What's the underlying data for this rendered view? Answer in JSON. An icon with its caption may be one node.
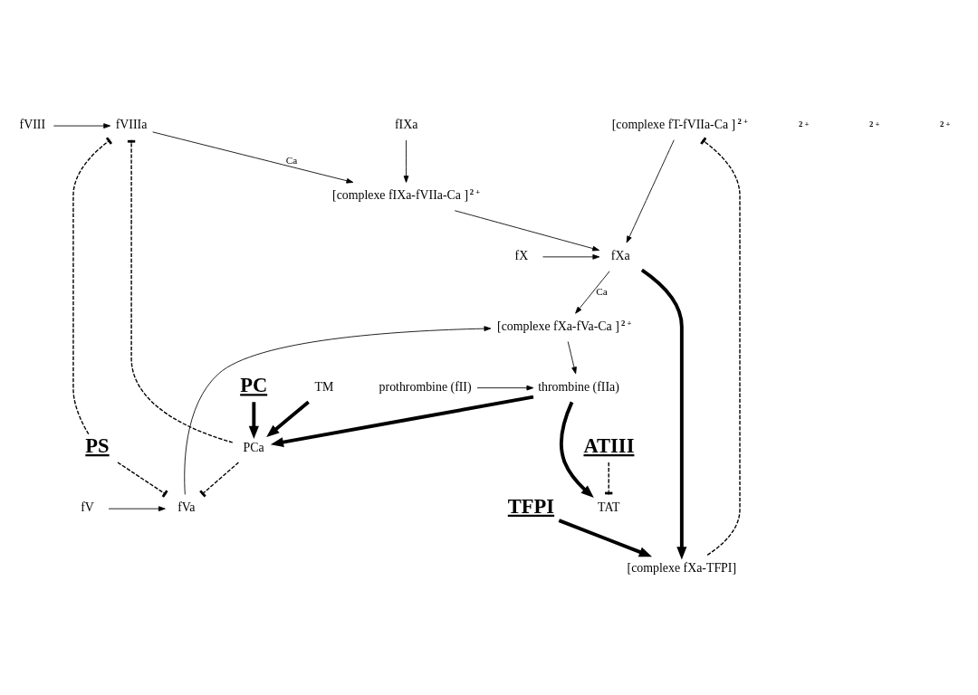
{
  "diagram": {
    "nodes": [
      {
        "text": [
          "fIXa"
        ]
      },
      {
        "text": [
          "fVIII"
        ]
      },
      {
        "text": [
          "fVIIIa"
        ]
      },
      {
        "text": [
          "[complexe fT-fVIIa-Ca ]"
        ],
        "beside": [
          "2 +"
        ]
      },
      {
        "text": [
          "[complexe fIXa-fVIIa-Ca ]"
        ],
        "beside": [
          "2 +"
        ]
      },
      {
        "text": [
          "[complexe fXa-TFPI]"
        ]
      },
      {
        "text": [
          "fX"
        ]
      },
      {
        "text": [
          "fXa"
        ]
      },
      {
        "text": [
          "fV"
        ]
      },
      {
        "text": [
          "fVa"
        ]
      },
      {
        "text": [
          "TFPI"
        ]
      },
      {
        "text": [
          "[complexe fXa-fVa-Ca ]"
        ],
        "beside": [
          "2 +"
        ]
      },
      {
        "text": [
          "thrombine (fIIa)"
        ]
      },
      {
        "text": [
          "prothrombine (fII)"
        ]
      },
      {
        "text": [
          "PS"
        ]
      },
      {
        "text": [
          "PCa"
        ]
      },
      {
        "text": [
          "ATIII"
        ]
      },
      {
        "text": [
          "PC"
        ]
      },
      {
        "text": [
          "TM"
        ]
      },
      {
        "text": [
          "TAT"
        ]
      }
    ],
    "edges": [
      {
        "from": 1,
        "to": 2,
        "arrow": "to"
      },
      {
        "from": 2,
        "to": 4,
        "arrow": "to",
        "label": "Ca"
      },
      {
        "from": 0,
        "to": 4,
        "arrow": "to"
      },
      {
        "from": 4,
        "to": 7,
        "arrow": "to"
      },
      {
        "from": 3,
        "to": 7,
        "arrow": "to"
      },
      {
        "from": 6,
        "to": 7,
        "arrow": "to"
      },
      {
        "from": 8,
        "to": 9,
        "arrow": "to"
      },
      {
        "from": 7,
        "to": 11,
        "arrow": "to",
        "label": "Ca"
      },
      {
        "from": 9,
        "to": 11,
        "arrow": "to"
      },
      {
        "from": 7,
        "to": 5,
        "arrow": "to",
        "style": "thick"
      },
      {
        "from": 10,
        "to": 5,
        "arrow": "to",
        "style": "thick"
      },
      {
        "from": 5,
        "to": 3,
        "arrow": "other",
        "style": "dashed"
      },
      {
        "from": 11,
        "to": 12,
        "arrow": "to"
      },
      {
        "from": 13,
        "to": 12,
        "arrow": "to"
      },
      {
        "from": 15,
        "to": 2,
        "arrow": "other",
        "style": "dashed"
      },
      {
        "from": 15,
        "to": 9,
        "arrow": "other",
        "style": "dashed"
      },
      {
        "from": 14,
        "to": 2,
        "arrow": "other",
        "style": "dashed"
      },
      {
        "from": 14,
        "to": 9,
        "arrow": "other",
        "style": "dashed"
      },
      {
        "from": 17,
        "to": 15,
        "arrow": "to",
        "style": "thick"
      },
      {
        "from": 12,
        "to": 15,
        "arrow": "to",
        "style": "thick"
      },
      {
        "from": 18,
        "to": 15,
        "arrow": "to",
        "style": "thick"
      },
      {
        "from": 12,
        "to": 19,
        "arrow": "to",
        "style": "thick"
      },
      {
        "from": 16,
        "to": 19,
        "arrow": "other",
        "style": "dashed"
      }
    ],
    "labels": [
      "2 +",
      "2 +",
      "2 +"
    ]
  }
}
